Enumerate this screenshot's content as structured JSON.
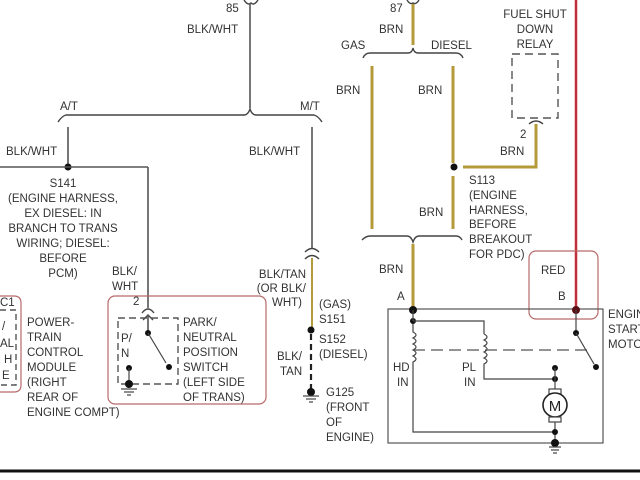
{
  "diagram": {
    "title": "Starter / Fuel Shutdown Relay Wiring",
    "colors": {
      "black_white_wire": "#555555",
      "brown_wire": "#b59a3a",
      "red_wire": "#c0303a",
      "highlight_box": "#b86a6a",
      "text": "#333333"
    },
    "left_branch": {
      "pin_85": "85",
      "wire_top": "BLK/WHT",
      "at_label": "A/T",
      "mt_label": "M/T",
      "wire_at": "BLK/WHT",
      "wire_mt": "BLK/WHT",
      "splice_s141_lines": [
        "S141",
        "(ENGINE HARNESS,",
        "EX DIESEL: IN",
        "BRANCH TO TRANS",
        "WIRING; DIESEL:",
        "BEFORE",
        "PCM)"
      ],
      "wire_to_switch": [
        "BLK/",
        "WHT"
      ],
      "switch_pin": "2",
      "pn_label": [
        "P/",
        "N"
      ],
      "switch_label_lines": [
        "PARK/",
        "NEUTRAL",
        "POSITION",
        "SWITCH",
        "(LEFT SIDE",
        "OF TRANS)"
      ],
      "pcm_partial_lines": [
        "C1",
        "/",
        "AL",
        "H",
        "E"
      ],
      "pcm_label_lines": [
        "POWER-",
        "TRAIN",
        "CONTROL",
        "MODULE",
        "(RIGHT",
        "REAR OF",
        "ENGINE COMPT)"
      ],
      "mt_wire_lines": [
        "BLK/TAN",
        "(OR BLK/",
        "WHT)"
      ],
      "splice_gas_lines": [
        "(GAS)",
        "S151"
      ],
      "splice_diesel_lines": [
        "S152",
        "(DIESEL)"
      ],
      "ground_wire": [
        "BLK/",
        "TAN"
      ],
      "ground_label_lines": [
        "G125",
        "(FRONT",
        "OF",
        "ENGINE)"
      ]
    },
    "right_branch": {
      "pin_87": "87",
      "wire_top": "BRN",
      "gas_label": "GAS",
      "diesel_label": "DIESEL",
      "wire_gas": "BRN",
      "wire_diesel": "BRN",
      "wire_diesel_lower": "BRN",
      "relay_label_lines": [
        "FUEL SHUT",
        "DOWN",
        "RELAY"
      ],
      "relay_pin": "2",
      "relay_wire": "BRN",
      "splice_s113_lines": [
        "S113",
        "(ENGINE",
        "HARNESS,",
        "BEFORE",
        "BREAKOUT",
        "FOR PDC)"
      ],
      "wire_to_starter": "BRN",
      "terminal_a": "A",
      "red_wire": "RED",
      "terminal_b": "B",
      "starter_label_lines": [
        "ENGINE",
        "STARTER",
        "MOTOR"
      ],
      "hd_label": [
        "HD",
        "IN"
      ],
      "pl_label": [
        "PL",
        "IN"
      ],
      "motor_symbol": "M"
    }
  }
}
